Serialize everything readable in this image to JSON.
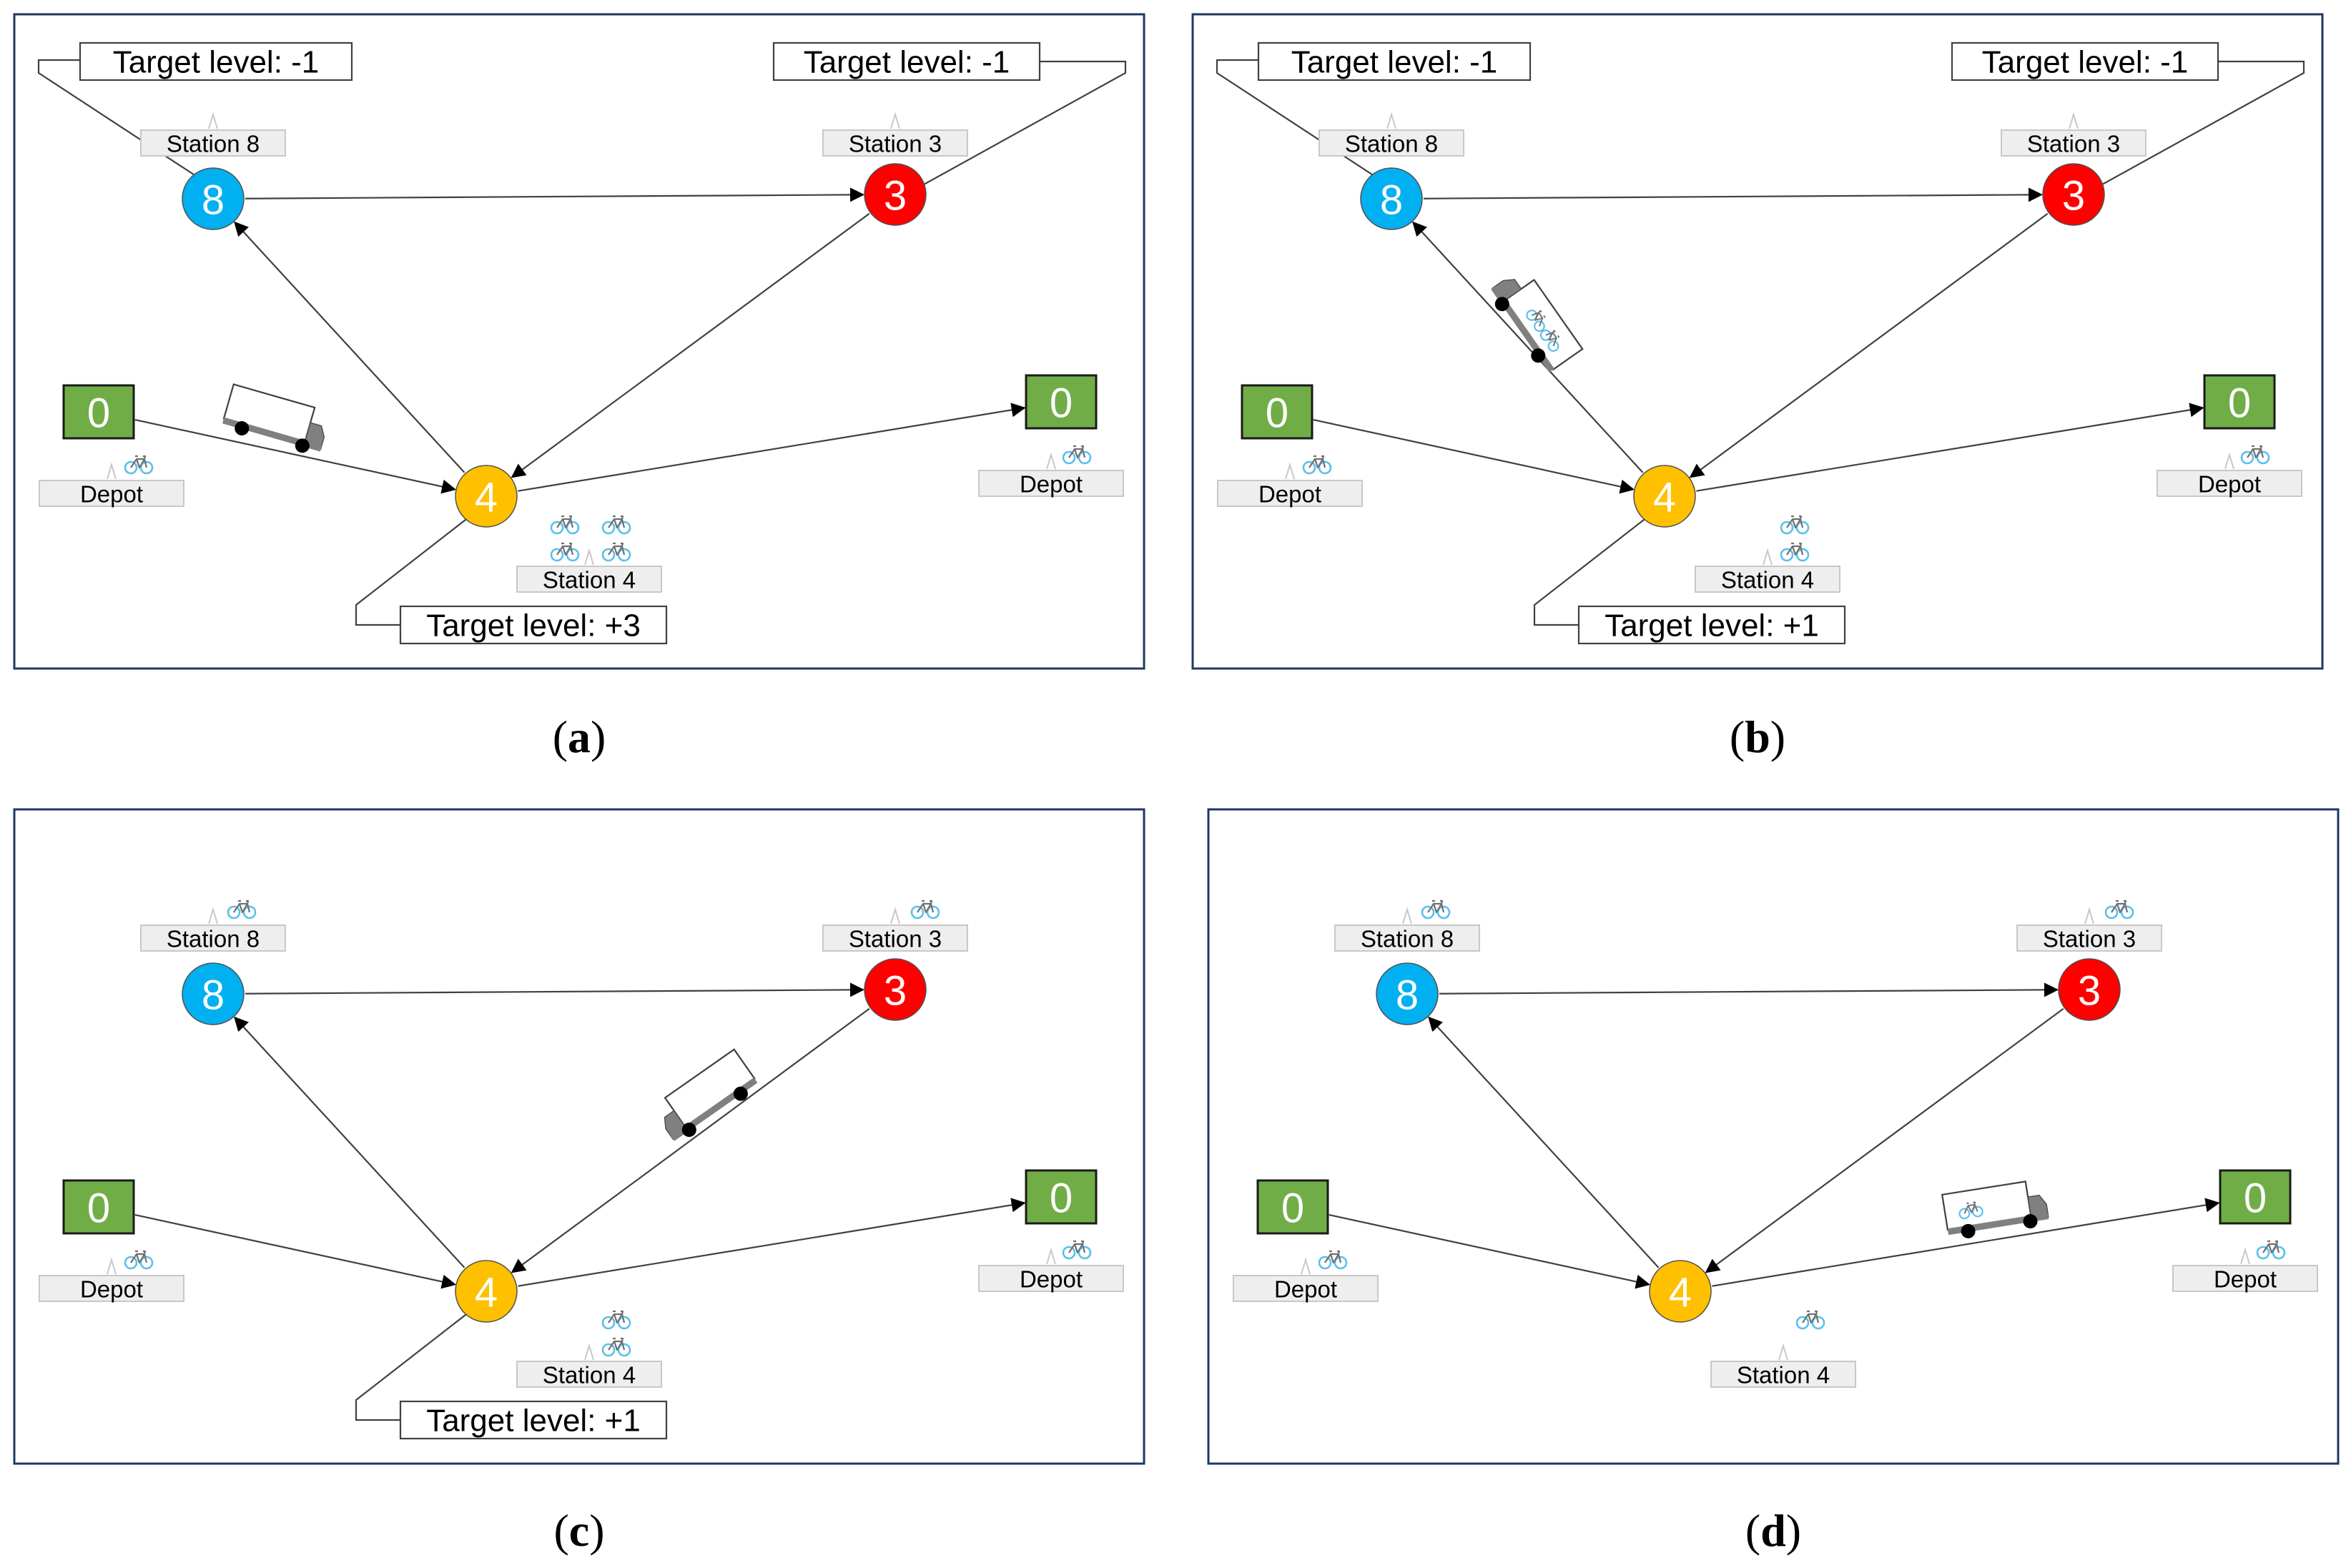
{
  "colors": {
    "station_8": "#00b0f0",
    "station_3": "#ff0000",
    "station_4": "#ffc000",
    "depot": "#70ad47",
    "frame": "#1f3864",
    "bike": "#5bc0eb",
    "truck": "#808080"
  },
  "icons": {
    "bike": "bicycle-icon",
    "truck": "delivery-truck-icon"
  },
  "nodes": {
    "station_8": {
      "value": "8",
      "label": "Station 8"
    },
    "station_3": {
      "value": "3",
      "label": "Station 3"
    },
    "station_4": {
      "value": "4",
      "label": "Station 4"
    },
    "depot_left": {
      "value": "0",
      "label": "Depot"
    },
    "depot_right": {
      "value": "0",
      "label": "Depot"
    }
  },
  "panels": [
    {
      "caption": "(a)",
      "targets": {
        "station_8": "Target level: -1",
        "station_3": "Target level: -1",
        "station_4": "Target level: +3"
      },
      "bikes": {
        "station_8": 0,
        "station_3": 0,
        "station_4": 4,
        "depot_left": 1,
        "depot_right": 1
      },
      "truck": {
        "segment": "depot_left-to-station_4",
        "progress": 0.45,
        "bikes_loaded": 0
      }
    },
    {
      "caption": "(b)",
      "targets": {
        "station_8": "Target level: -1",
        "station_3": "Target level: -1",
        "station_4": "Target level: +1"
      },
      "bikes": {
        "station_8": 0,
        "station_3": 0,
        "station_4": 2,
        "depot_left": 1,
        "depot_right": 1
      },
      "truck": {
        "segment": "station_4-to-station_8",
        "progress": 0.5,
        "bikes_loaded": 2
      }
    },
    {
      "caption": "(c)",
      "targets": {
        "station_4": "Target level: +1"
      },
      "bikes": {
        "station_8": 1,
        "station_3": 1,
        "station_4": 2,
        "depot_left": 1,
        "depot_right": 1
      },
      "truck": {
        "segment": "station_3-to-station_4",
        "progress": 0.45,
        "bikes_loaded": 0
      }
    },
    {
      "caption": "(d)",
      "targets": {},
      "bikes": {
        "station_8": 1,
        "station_3": 1,
        "station_4": 1,
        "depot_left": 1,
        "depot_right": 1
      },
      "truck": {
        "segment": "station_4-to-depot_right",
        "progress": 0.55,
        "bikes_loaded": 1
      }
    }
  ]
}
